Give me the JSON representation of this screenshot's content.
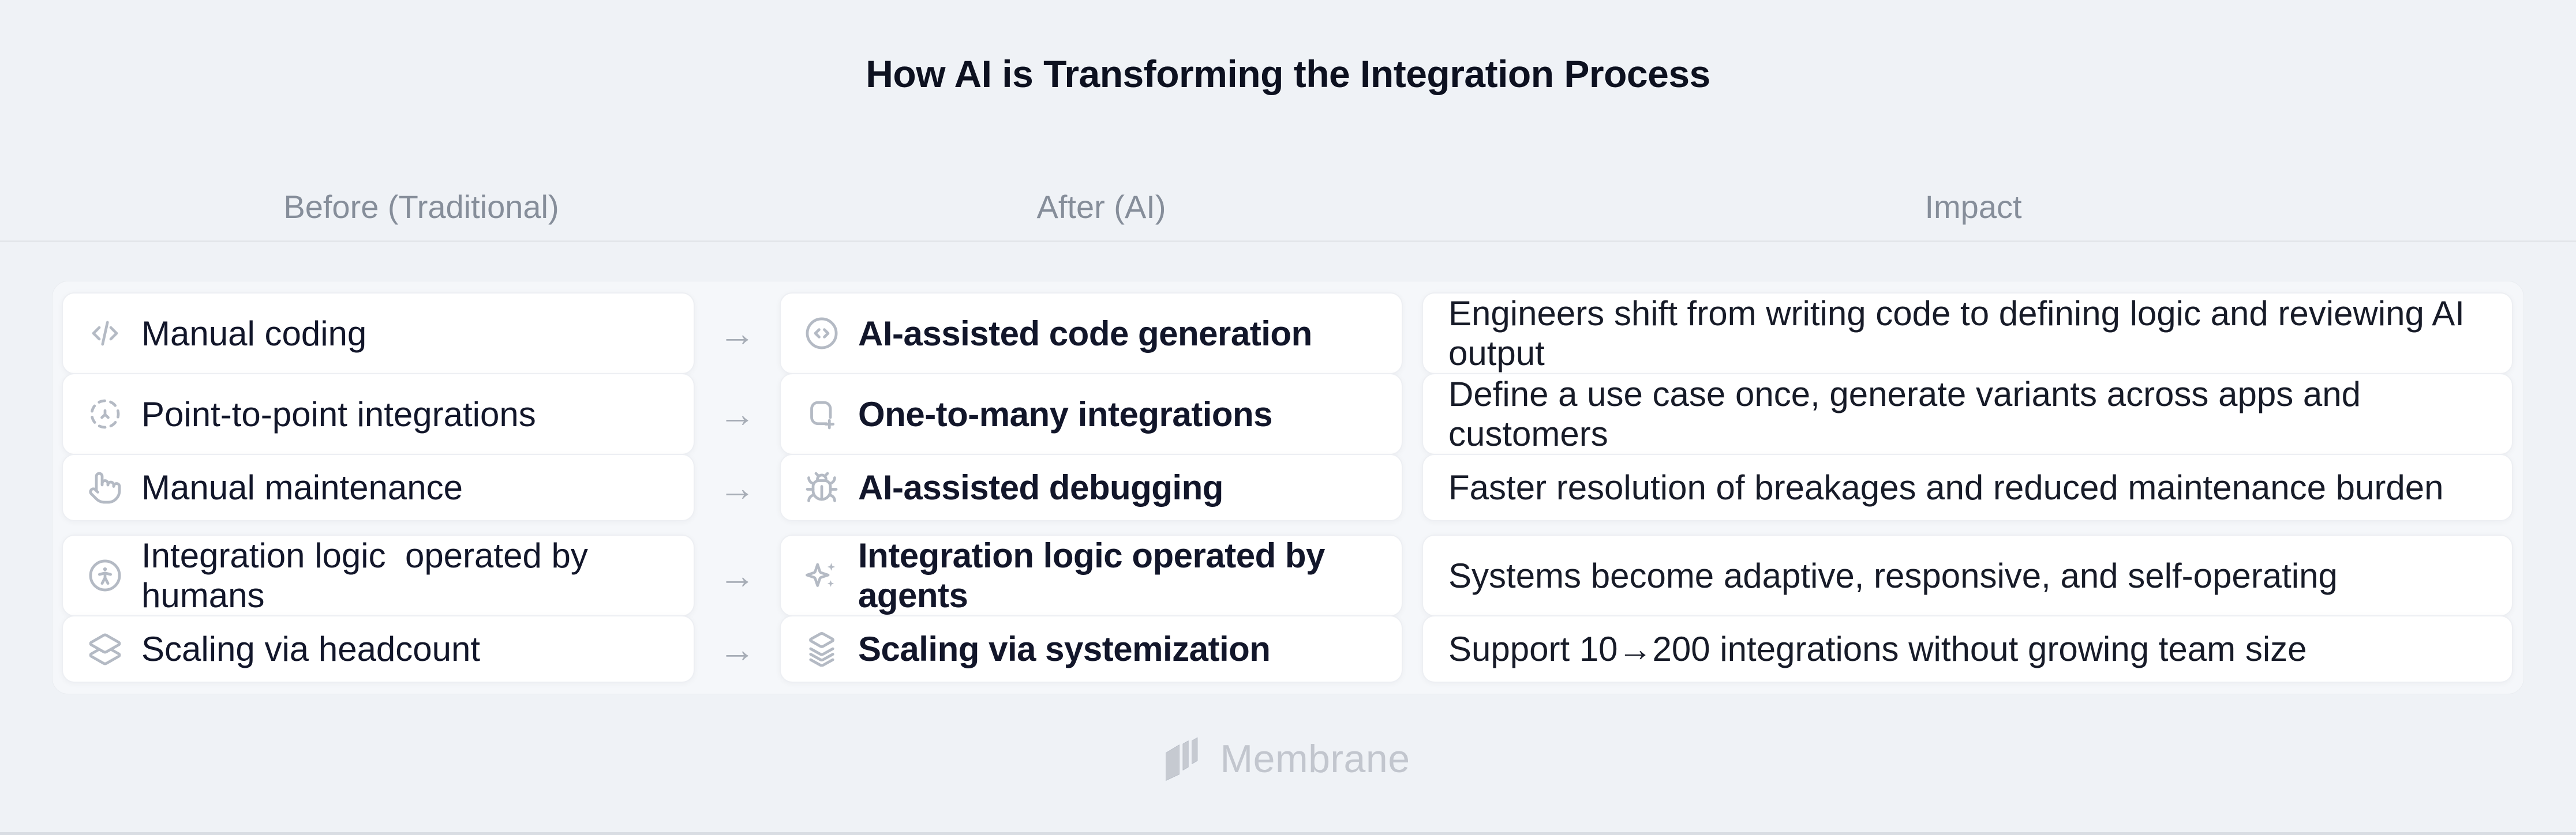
{
  "title": "How AI is Transforming the Integration Process",
  "columns": {
    "before": "Before (Traditional)",
    "after": "After (AI)",
    "impact": "Impact"
  },
  "arrow": "→",
  "rows": [
    {
      "before": "Manual coding",
      "before_icon": "code-icon",
      "after": "AI-assisted code generation",
      "after_icon": "code-circle-icon",
      "impact": "Engineers shift from writing code to defining logic and reviewing AI output"
    },
    {
      "before": "Point-to-point integrations",
      "before_icon": "point-to-point-icon",
      "after": "One-to-many integrations",
      "after_icon": "duplicate-plus-icon",
      "impact": "Define a use case once, generate variants across apps and customers"
    },
    {
      "before": "Manual maintenance",
      "before_icon": "hand-pointer-icon",
      "after": "AI-assisted debugging",
      "after_icon": "bug-icon",
      "impact": "Faster resolution of breakages and reduced maintenance burden"
    },
    {
      "before": "Integration logic  operated by humans",
      "before_icon": "person-circle-icon",
      "after": "Integration logic operated by agents",
      "after_icon": "sparkles-icon",
      "impact": "Systems become adaptive, responsive, and self-operating"
    },
    {
      "before": "Scaling via headcount",
      "before_icon": "layers-two-icon",
      "after": "Scaling via systemization",
      "after_icon": "layers-stack-icon",
      "impact": "Support 10→200 integrations without growing team size"
    }
  ],
  "footer": {
    "brand": "Membrane"
  },
  "colors": {
    "page_background": "#eff2f6",
    "container_background": "#f5f7fa",
    "card_background": "#ffffff",
    "card_border": "#edeff3",
    "text_dark": "#12162a",
    "header_gray": "#868e9a",
    "icon_gray": "#b4bac4",
    "arrow_gray": "#a7adb6",
    "logo_gray": "#c2c6ce",
    "divider": "#e2e5e9"
  }
}
